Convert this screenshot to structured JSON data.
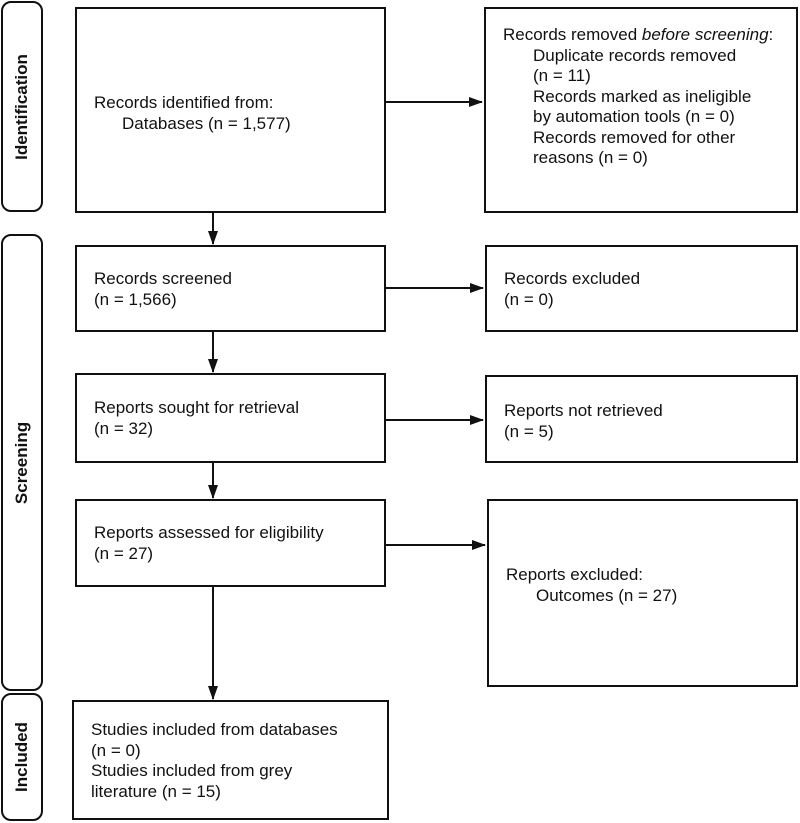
{
  "phases": {
    "identification": "Identification",
    "screening": "Screening",
    "included": "Included"
  },
  "identified": {
    "line1": "Records identified from:",
    "line2": "Databases (n = 1,577)"
  },
  "removed_before": {
    "title_plain": "Records removed ",
    "title_italic": "before screening",
    "title_colon": ":",
    "dup1": "Duplicate records removed",
    "dup2": "(n = 11)",
    "inel1": "Records marked as ineligible",
    "inel2": "by automation tools (n = 0)",
    "other1": "Records removed for other",
    "other2": "reasons (n = 0)"
  },
  "screened": {
    "line1": "Records screened",
    "line2": "(n = 1,566)"
  },
  "excluded": {
    "line1": "Records excluded",
    "line2": "(n = 0)"
  },
  "sought": {
    "line1": "Reports sought for retrieval",
    "line2": "(n = 32)"
  },
  "not_retrieved": {
    "line1": "Reports not retrieved",
    "line2": "(n = 5)"
  },
  "assessed": {
    "line1": "Reports assessed for eligibility",
    "line2": "(n = 27)"
  },
  "reports_excluded": {
    "line1": "Reports excluded:",
    "line2": "Outcomes (n = 27)"
  },
  "included": {
    "line1": "Studies included from databases",
    "line2": "(n = 0)",
    "line3": "Studies included from grey",
    "line4": "literature (n = 15)"
  }
}
